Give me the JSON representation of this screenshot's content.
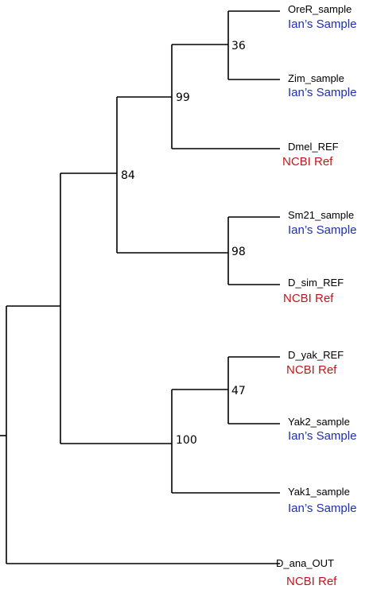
{
  "colors": {
    "branch": "#000000",
    "ians_sample": "#1f2fb0",
    "ncbi_ref": "#c01818"
  },
  "taxa": [
    {
      "name": "OreR_sample",
      "source": "Ian’s Sample",
      "source_type": "ians_sample"
    },
    {
      "name": "Zim_sample",
      "source": "Ian’s Sample",
      "source_type": "ians_sample"
    },
    {
      "name": "Dmel_REF",
      "source": "NCBI Ref",
      "source_type": "ncbi_ref"
    },
    {
      "name": "Sm21_sample",
      "source": "Ian’s Sample",
      "source_type": "ians_sample"
    },
    {
      "name": "D_sim_REF",
      "source": "NCBI Ref",
      "source_type": "ncbi_ref"
    },
    {
      "name": "D_yak_REF",
      "source": "NCBI Ref",
      "source_type": "ncbi_ref"
    },
    {
      "name": "Yak2_sample",
      "source": "Ian’s Sample",
      "source_type": "ians_sample"
    },
    {
      "name": "Yak1_sample",
      "source": "Ian’s Sample",
      "source_type": "ians_sample"
    },
    {
      "name": "D_ana_OUT",
      "source": "NCBI Ref",
      "source_type": "ncbi_ref"
    }
  ],
  "bootstrap_values": {
    "oreR_zim": "36",
    "mel_group": "99",
    "mel_sim_group": "84",
    "sm21_sim": "98",
    "dyak_yak2": "47",
    "yak_group": "100"
  }
}
